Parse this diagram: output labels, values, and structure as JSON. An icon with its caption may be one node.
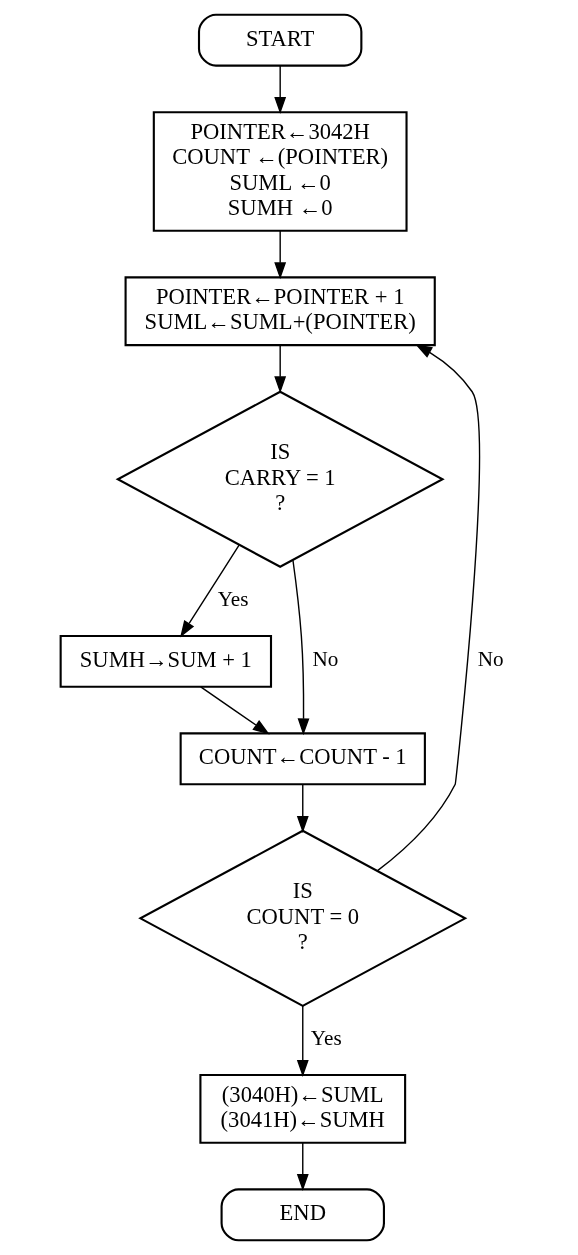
{
  "diagram": {
    "nodes": [
      {
        "text": [
          "START"
        ]
      },
      {
        "text": [
          "POINTER←3042H",
          "COUNT ←(POINTER)",
          "SUML ←0",
          "SUMH ←0"
        ]
      },
      {
        "text": [
          "POINTER←POINTER + 1",
          "SUML←SUML+(POINTER)"
        ]
      },
      {
        "text": [
          "IS",
          "CARRY = 1",
          "?"
        ]
      },
      {
        "text": [
          "SUMH→SUM + 1"
        ]
      },
      {
        "text": [
          "COUNT←COUNT - 1"
        ]
      },
      {
        "text": [
          "IS",
          "COUNT = 0",
          "?"
        ]
      },
      {
        "text": [
          "(3040H)←SUML",
          "(3041H)←SUMH"
        ]
      },
      {
        "text": [
          "END"
        ]
      }
    ],
    "edges": [
      {
        "from": 0,
        "to": 1,
        "arrow": "to"
      },
      {
        "from": 1,
        "to": 2,
        "arrow": "to"
      },
      {
        "from": 2,
        "to": 3,
        "arrow": "to"
      },
      {
        "from": 3,
        "to": 4,
        "arrow": "to",
        "label": "Yes"
      },
      {
        "from": 3,
        "to": 5,
        "arrow": "to",
        "label": "No"
      },
      {
        "from": 4,
        "to": 5,
        "arrow": "to"
      },
      {
        "from": 5,
        "to": 6,
        "arrow": "to"
      },
      {
        "from": 6,
        "to": 2,
        "arrow": "to",
        "label": "No"
      },
      {
        "from": 6,
        "to": 7,
        "arrow": "to",
        "label": "Yes"
      },
      {
        "from": 7,
        "to": 8,
        "arrow": "to"
      }
    ]
  }
}
